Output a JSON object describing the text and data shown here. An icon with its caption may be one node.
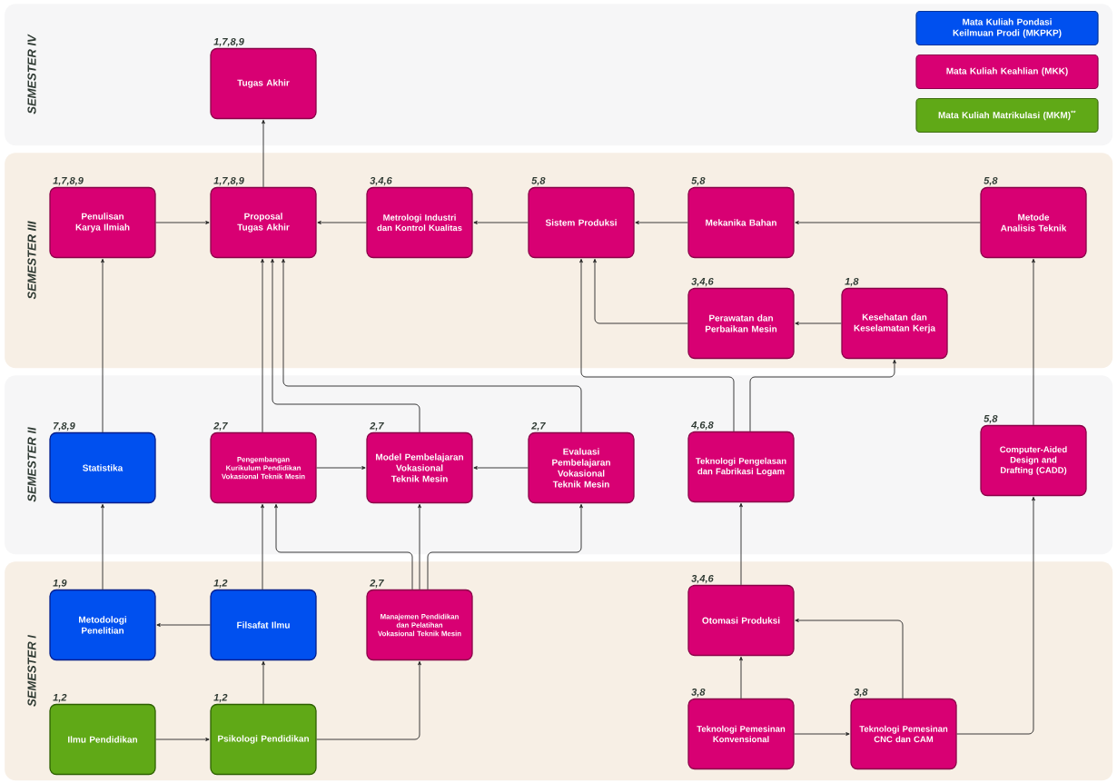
{
  "diagram": {
    "nodes": [
      {
        "text": [
          "SEMESTER IV"
        ]
      },
      {
        "text": [
          "Tugas Akhir"
        ],
        "beside": [
          "1,7,8,9"
        ],
        "in": 0
      },
      {
        "text": [
          "SEMESTER III"
        ]
      },
      {
        "text": [
          "Penulisan Karya Ilmiah"
        ],
        "beside": [
          "1,7,8,9"
        ],
        "in": 2
      },
      {
        "text": [
          "Proposal Tugas Akhir"
        ],
        "beside": [
          "1,7,8,9"
        ],
        "in": 2
      },
      {
        "text": [
          "Metrologi Industri dan Kontrol Kualitas"
        ],
        "beside": [
          "3,4,6"
        ],
        "in": 2
      },
      {
        "text": [
          "Sistem Produksi"
        ],
        "beside": [
          "5,8"
        ],
        "in": 2
      },
      {
        "text": [
          "Mekanika Bahan"
        ],
        "beside": [
          "5,8"
        ],
        "in": 2
      },
      {
        "text": [
          "Metode Analisis Teknik"
        ],
        "beside": [
          "5,8"
        ],
        "in": 2
      },
      {
        "text": [
          "Perawatan dan Perbaikan Mesin"
        ],
        "beside": [
          "3,4,6"
        ],
        "in": 2
      },
      {
        "text": [
          "Kesehatan dan Keselamatan Kerja"
        ],
        "beside": [
          "1,8"
        ],
        "in": 2
      },
      {
        "text": [
          "SEMESTER II"
        ]
      },
      {
        "text": [
          "Statistika"
        ],
        "beside": [
          "7,8,9"
        ],
        "in": 11
      },
      {
        "text": [
          "Pengembangan Kurikulum Pendidikan Vokasional Teknik Mesin"
        ],
        "beside": [
          "2,7"
        ],
        "in": 11
      },
      {
        "text": [
          "Model Pembelajaran Vokasional Teknik Mesin"
        ],
        "beside": [
          "2,7"
        ],
        "in": 11
      },
      {
        "text": [
          "Evaluasi Pembelajaran Vokasional Teknik Mesin"
        ],
        "beside": [
          "2,7"
        ],
        "in": 11
      },
      {
        "text": [
          "Teknologi Pengelasan dan Fabrikasi Logam"
        ],
        "beside": [
          "4,6,8"
        ],
        "in": 11
      },
      {
        "text": [
          "Computer-Aided Design and Drafting (CADD)"
        ],
        "beside": [
          "5,8"
        ],
        "in": 11
      },
      {
        "text": [
          "SEMESTER I"
        ]
      },
      {
        "text": [
          "Metodologi Penelitian"
        ],
        "beside": [
          "1,9"
        ],
        "in": 18
      },
      {
        "text": [
          "Filsafat Ilmu"
        ],
        "beside": [
          "1,2"
        ],
        "in": 18
      },
      {
        "text": [
          "Manajemen Pendidikan dan Pelatihan Vokasional Teknik Mesin"
        ],
        "beside": [
          "2,7"
        ],
        "in": 18
      },
      {
        "text": [
          "Otomasi Produksi"
        ],
        "beside": [
          "3,4,6"
        ],
        "in": 18
      },
      {
        "text": [
          "Ilmu Pendidikan"
        ],
        "beside": [
          "1,2"
        ],
        "in": 18
      },
      {
        "text": [
          "Psikologi Pendidikan"
        ],
        "beside": [
          "1,2"
        ],
        "in": 18
      },
      {
        "text": [
          "Teknologi Pemesinan Konvensional"
        ],
        "beside": [
          "3,8"
        ],
        "in": 18
      },
      {
        "text": [
          "Teknologi Pemesinan CNC dan CAM"
        ],
        "beside": [
          "3,8"
        ],
        "in": 18
      }
    ],
    "edges": [
      {
        "from": 4,
        "to": 1,
        "arrow": "to"
      },
      {
        "from": 3,
        "to": 4,
        "arrow": "to"
      },
      {
        "from": 5,
        "to": 4,
        "arrow": "to"
      },
      {
        "from": 6,
        "to": 5,
        "arrow": "to"
      },
      {
        "from": 7,
        "to": 6,
        "arrow": "to"
      },
      {
        "from": 8,
        "to": 7,
        "arrow": "to"
      },
      {
        "from": 10,
        "to": 9,
        "arrow": "to"
      },
      {
        "from": 9,
        "to": 6,
        "arrow": "to"
      },
      {
        "from": 16,
        "to": 6,
        "arrow": "to"
      },
      {
        "from": 16,
        "to": 10,
        "arrow": "to"
      },
      {
        "from": 12,
        "to": 3,
        "arrow": "to"
      },
      {
        "from": 13,
        "to": 4,
        "arrow": "to"
      },
      {
        "from": 14,
        "to": 4,
        "arrow": "to"
      },
      {
        "from": 15,
        "to": 4,
        "arrow": "to"
      },
      {
        "from": 13,
        "to": 14,
        "arrow": "to"
      },
      {
        "from": 15,
        "to": 14,
        "arrow": "to"
      },
      {
        "from": 21,
        "to": 13,
        "arrow": "to"
      },
      {
        "from": 21,
        "to": 14,
        "arrow": "to"
      },
      {
        "from": 21,
        "to": 15,
        "arrow": "to"
      },
      {
        "from": 20,
        "to": 19,
        "arrow": "to"
      },
      {
        "from": 20,
        "to": 13,
        "arrow": "to"
      },
      {
        "from": 24,
        "to": 20,
        "arrow": "to"
      },
      {
        "from": 23,
        "to": 24,
        "arrow": "to"
      },
      {
        "from": 24,
        "to": 21,
        "arrow": "to"
      },
      {
        "from": 19,
        "to": 12,
        "arrow": "to"
      },
      {
        "from": 22,
        "to": 16,
        "arrow": "to"
      },
      {
        "from": 25,
        "to": 22,
        "arrow": "to"
      },
      {
        "from": 25,
        "to": 26,
        "arrow": "to"
      },
      {
        "from": 26,
        "to": 22,
        "arrow": "to"
      },
      {
        "from": 26,
        "to": 17,
        "arrow": "to"
      },
      {
        "from": 17,
        "to": 8,
        "arrow": "to"
      }
    ],
    "legend": [
      {
        "text": "Mata Kuliah Pondasi Keilmuan Prodi (MKPKP)",
        "color": "#0050ef"
      },
      {
        "text": "Mata Kuliah Keahlian (MKK)",
        "color": "#d80073"
      },
      {
        "text": "Mata Kuliah Matrikulasi (MKM)$^{**}$",
        "color": "#60a917"
      }
    ]
  }
}
